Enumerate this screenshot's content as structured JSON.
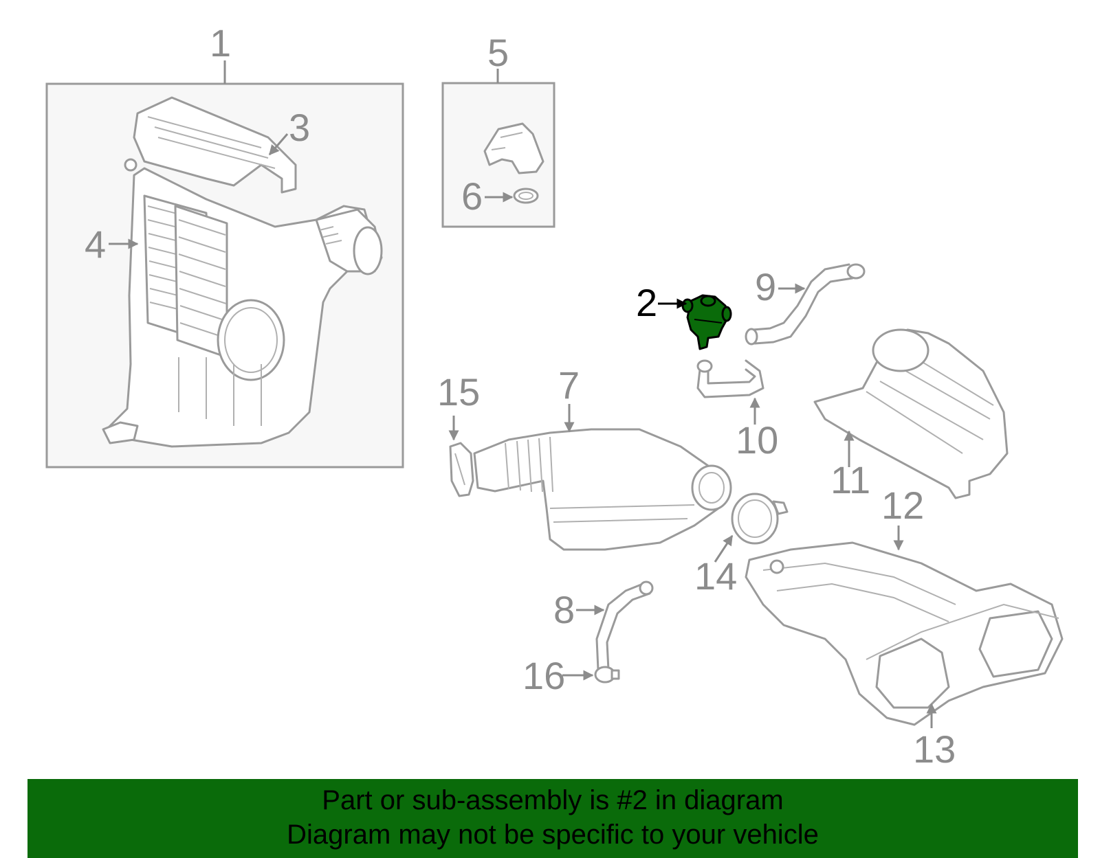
{
  "callouts": [
    "1",
    "2",
    "3",
    "4",
    "5",
    "6",
    "7",
    "8",
    "9",
    "10",
    "11",
    "12",
    "13",
    "14",
    "15",
    "16"
  ],
  "highlight_color": "#0a6b0a",
  "highlighted_part": "2",
  "banner": {
    "line1": "Part or sub-assembly is #2 in diagram",
    "line2": "Diagram may not be specific to your vehicle"
  }
}
